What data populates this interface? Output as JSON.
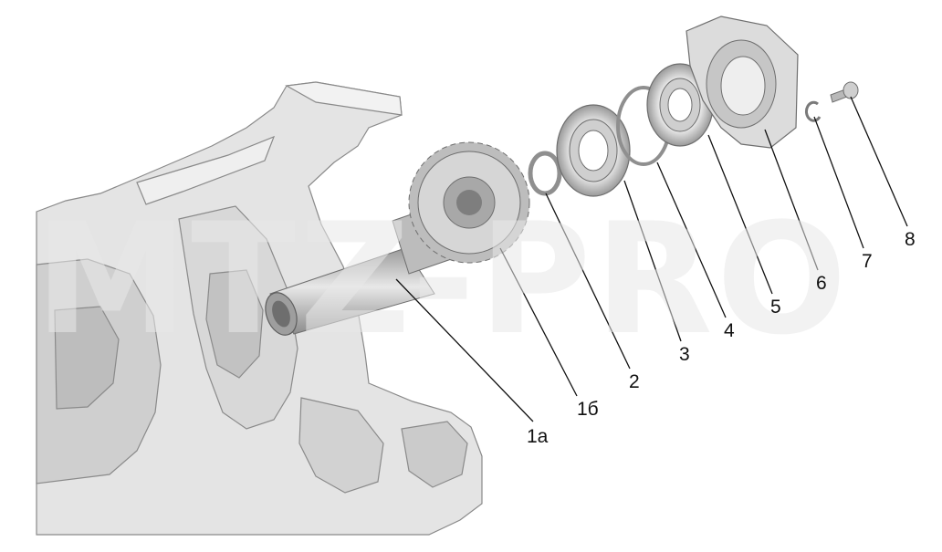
{
  "watermark": {
    "text": "MTZ-PRO"
  },
  "callouts": {
    "c1a": "1а",
    "c1b": "1б",
    "c2": "2",
    "c3": "3",
    "c4": "4",
    "c5": "5",
    "c6": "6",
    "c7": "7",
    "c8": "8"
  },
  "colors": {
    "housing": "#e4e4e4",
    "housing_shade": "#c8c8c8",
    "outline": "#8a8a8a",
    "metal": "#d2d2d2",
    "metal_dark": "#8f8f8f",
    "leader": "#111111"
  }
}
